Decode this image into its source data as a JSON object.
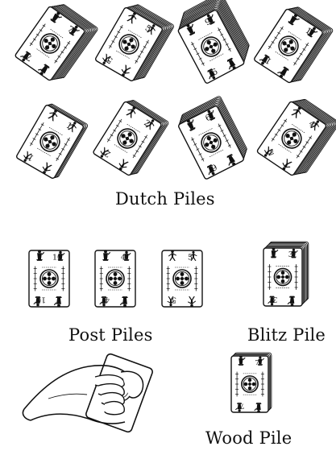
{
  "labels": {
    "dutch": "Dutch Piles",
    "post": "Post Piles",
    "blitz": "Blitz Pile",
    "wood": "Wood Pile"
  },
  "dutch_piles": [
    {
      "number": "7",
      "icon": "pump-figure-icon"
    },
    {
      "number": "5",
      "icon": "walking-figure-icon"
    },
    {
      "number": "9",
      "icon": "pump-figure-icon"
    },
    {
      "number": "1",
      "icon": "pump-figure-icon"
    },
    {
      "number": "1",
      "icon": "walking-figure-icon"
    },
    {
      "number": "2",
      "icon": "walking-figure-icon"
    },
    {
      "number": "6",
      "icon": "pump-figure-icon"
    },
    {
      "number": "4",
      "icon": "walking-figure-icon"
    }
  ],
  "post_piles": [
    {
      "number": "10",
      "icon": "pump-figure-icon"
    },
    {
      "number": "4",
      "icon": "pump-figure-icon"
    },
    {
      "number": "5",
      "icon": "walking-figure-icon"
    }
  ],
  "blitz_pile": {
    "number": "3",
    "icon": "pump-figure-icon"
  },
  "wood_pile": {
    "number": "7",
    "icon": "pump-figure-icon"
  },
  "card_banner_text": "",
  "colors": {
    "ink": "#111111",
    "card": "#ffffff"
  }
}
